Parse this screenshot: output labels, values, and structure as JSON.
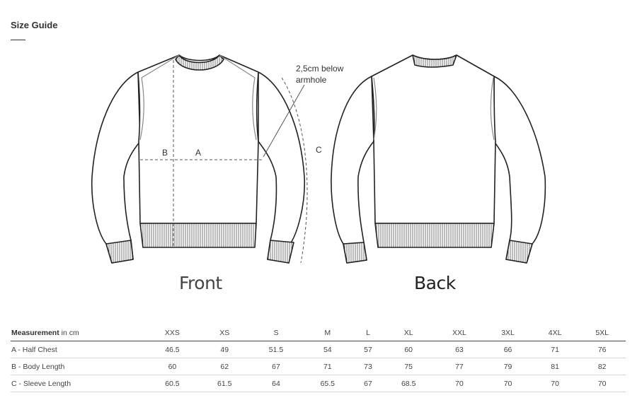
{
  "page": {
    "title": "Size Guide"
  },
  "diagram": {
    "front_label": "Front",
    "back_label": "Back",
    "annotation": [
      "2,5cm below",
      "armhole"
    ],
    "markers": {
      "a": "A",
      "b": "B",
      "c": "C"
    }
  },
  "table": {
    "header_bold": "Measurement",
    "header_unit": " in cm",
    "sizes": [
      "XXS",
      "XS",
      "S",
      "M",
      "L",
      "XL",
      "XXL",
      "3XL",
      "4XL",
      "5XL"
    ],
    "rows": [
      {
        "label": "A - Half Chest",
        "values": [
          "46.5",
          "49",
          "51.5",
          "54",
          "57",
          "60",
          "63",
          "66",
          "71",
          "76"
        ]
      },
      {
        "label": "B - Body Length",
        "values": [
          "60",
          "62",
          "67",
          "71",
          "73",
          "75",
          "77",
          "79",
          "81",
          "82"
        ]
      },
      {
        "label": "C - Sleeve Length",
        "values": [
          "60.5",
          "61.5",
          "64",
          "65.5",
          "67",
          "68.5",
          "70",
          "70",
          "70",
          "70"
        ]
      }
    ]
  },
  "colors": {
    "text": "#333333",
    "line": "#222222",
    "rule_light": "#d4d4d4"
  }
}
